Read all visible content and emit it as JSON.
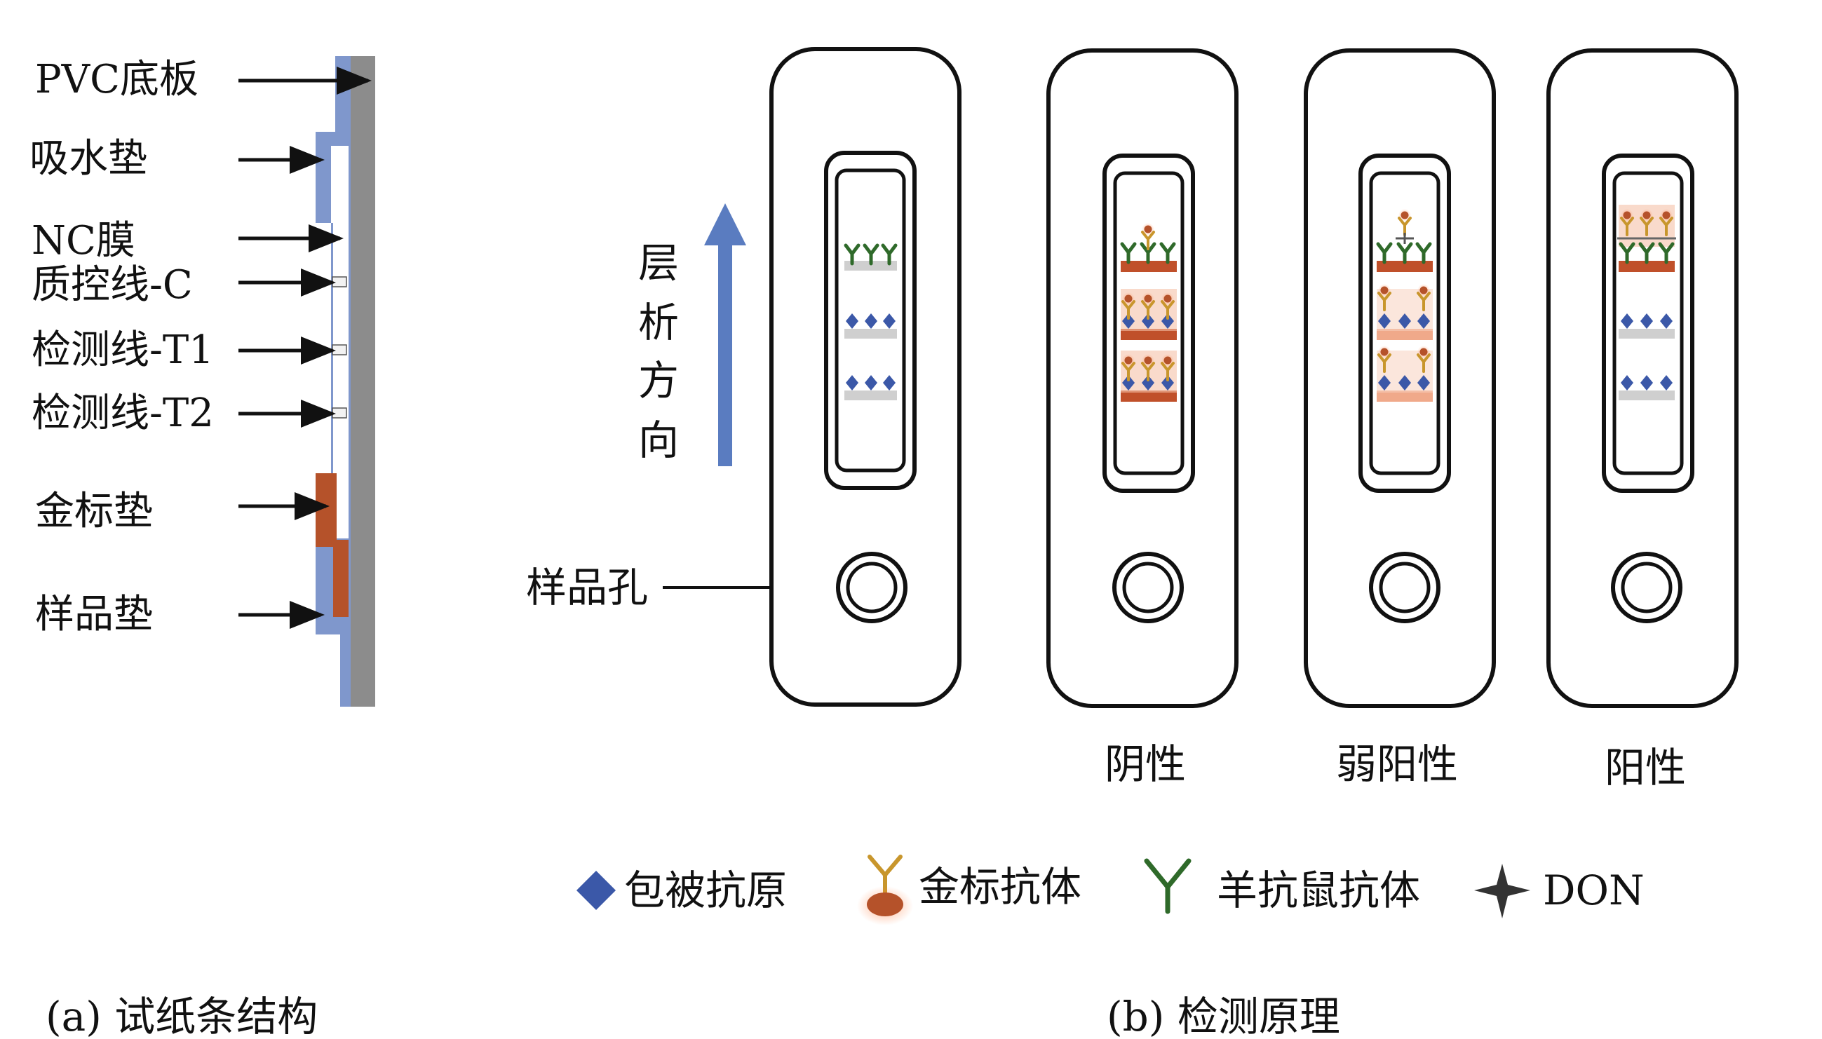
{
  "panel_a": {
    "caption": "(a) 试纸条结构",
    "labels": {
      "pvc": "PVC底板",
      "absorbent": "吸水垫",
      "nc": "NC膜",
      "control": "质控线-C",
      "test1": "检测线-T1",
      "test2": "检测线-T2",
      "gold": "金标垫",
      "sample": "样品垫"
    }
  },
  "panel_b": {
    "caption": "(b) 检测原理",
    "flow_direction": [
      "层",
      "析",
      "方",
      "向"
    ],
    "sample_hole_label": "样品孔",
    "results": {
      "negative": "阴性",
      "weak_positive": "弱阳性",
      "positive": "阳性"
    }
  },
  "legend": {
    "coated_antigen": "包被抗原",
    "gold_antibody": "金标抗体",
    "goat_anti_mouse": "羊抗鼠抗体",
    "don": "DON"
  },
  "colors": {
    "pvc_gray": "#8c8c8c",
    "strip_blue": "#7f97cc",
    "gold_pad": "#b5522a",
    "line_red": "#c0502a",
    "antigen_blue": "#3b58a8",
    "antibody_green": "#2f6a2a",
    "antibody_gold": "#c8962c",
    "arrow_blue": "#5a7cc0"
  }
}
